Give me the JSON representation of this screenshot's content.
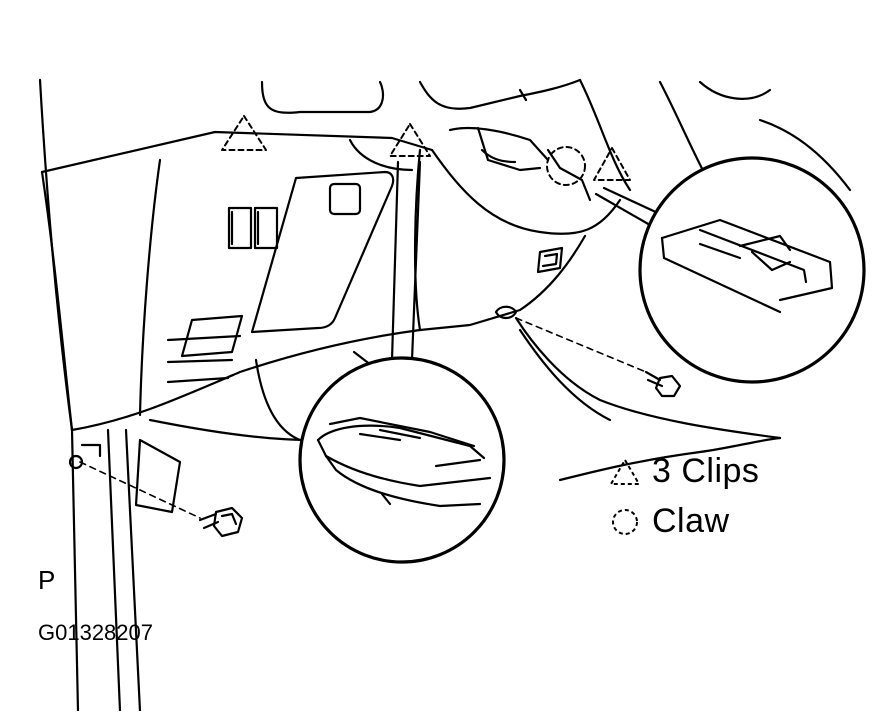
{
  "diagram": {
    "legend": {
      "clips": {
        "symbol": "dashed-triangle",
        "label": "3 Clips"
      },
      "claw": {
        "symbol": "dashed-circle",
        "label": "Claw"
      }
    },
    "view_letter": "P",
    "figure_code": "G01328207",
    "colors": {
      "line": "#000000",
      "background": "#ffffff"
    }
  }
}
